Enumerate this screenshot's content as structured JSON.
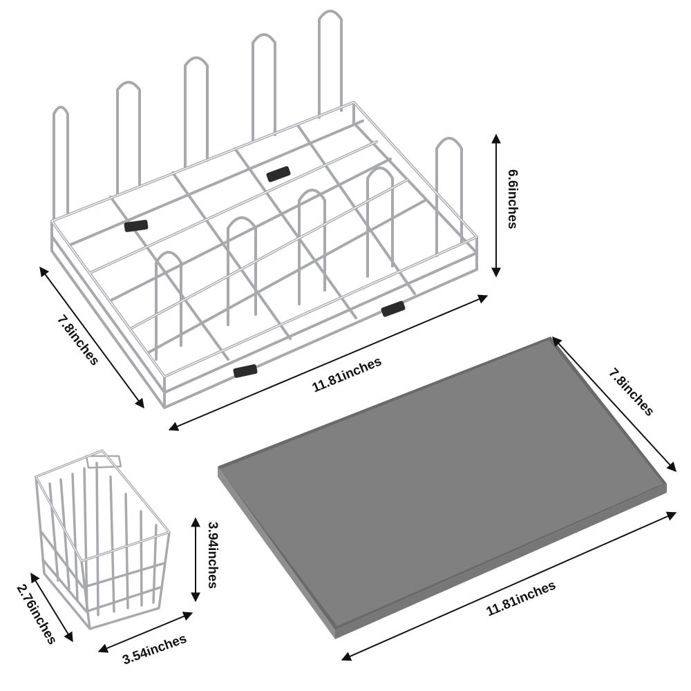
{
  "colors": {
    "background": "#ffffff",
    "wire": "#a7a9ad",
    "wire_highlight": "#eef0f2",
    "mat_top": "#808080",
    "mat_edge": "#6a6a6a",
    "mat_side": "#8f8f8f",
    "clip": "#2b2b2b",
    "arrow": "#111111"
  },
  "dimensions": {
    "rack_height": "6.6inches",
    "rack_depth": "7.8inches",
    "rack_width": "11.81inches",
    "mat_depth": "7.8inches",
    "mat_width": "11.81inches",
    "caddy_height": "3.94inches",
    "caddy_depth": "2.76inches",
    "caddy_width": "3.54inches"
  }
}
